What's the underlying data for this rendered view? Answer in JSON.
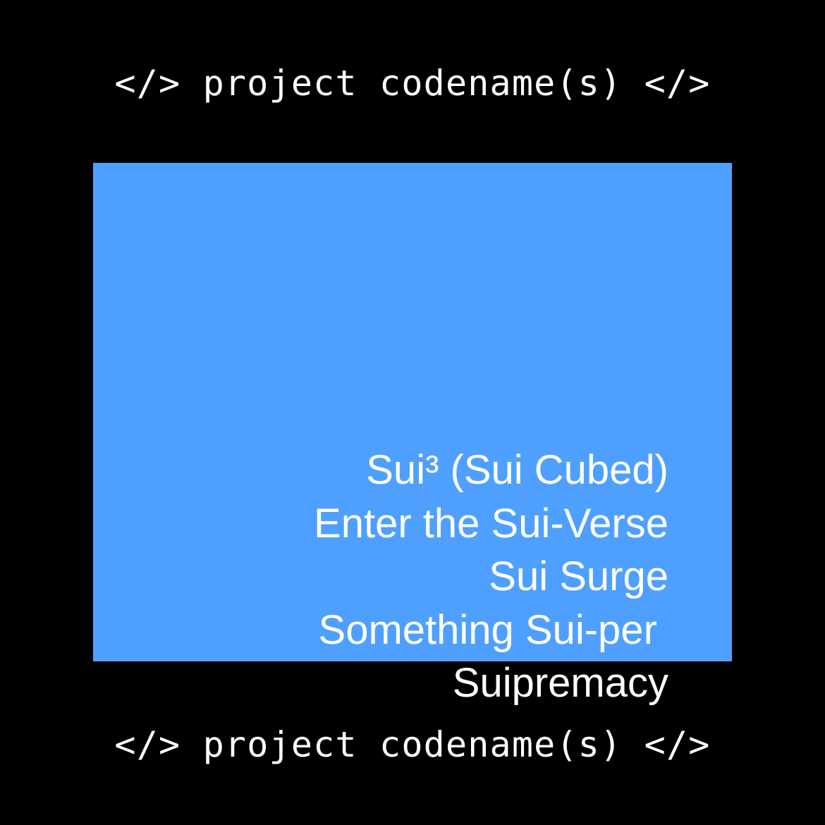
{
  "header": {
    "text": "</> project codename(s) </>"
  },
  "panel": {
    "color": "#4fa0fe",
    "names": [
      "Sui³ (Sui Cubed)",
      "Enter the Sui-Verse",
      "Sui Surge",
      "Something Sui-per ",
      "Suipremacy"
    ]
  },
  "footer": {
    "text": "</> project codename(s) </>"
  }
}
